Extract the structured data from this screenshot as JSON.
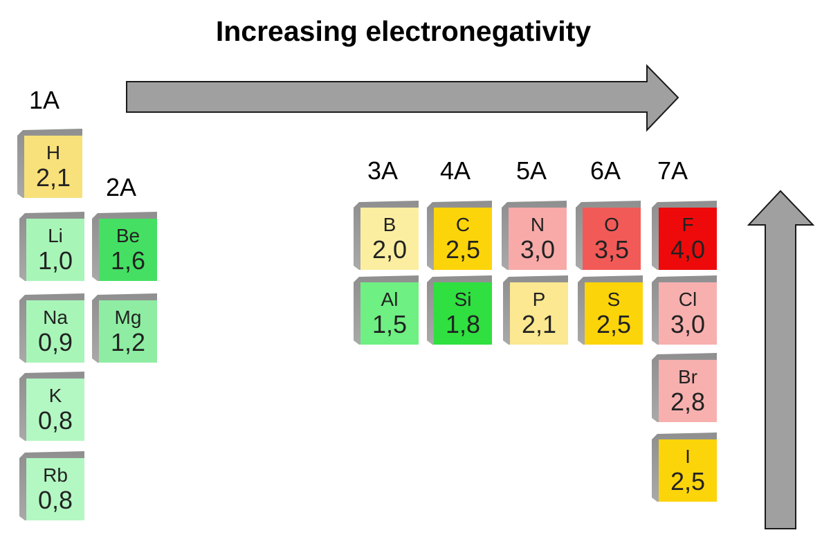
{
  "title": "Increasing electronegativity",
  "groups": [
    "1A",
    "2A",
    "3A",
    "4A",
    "5A",
    "6A",
    "7A"
  ],
  "elements": [
    {
      "symbol": "H",
      "value": "2,1",
      "color": "#f8e07a"
    },
    {
      "symbol": "Li",
      "value": "1,0",
      "color": "#a8f5b8"
    },
    {
      "symbol": "Be",
      "value": "1,6",
      "color": "#45e063"
    },
    {
      "symbol": "Na",
      "value": "0,9",
      "color": "#a8f5b8"
    },
    {
      "symbol": "Mg",
      "value": "1,2",
      "color": "#8eeda2"
    },
    {
      "symbol": "K",
      "value": "0,8",
      "color": "#b3f7c2"
    },
    {
      "symbol": "Rb",
      "value": "0,8",
      "color": "#b3f7c2"
    },
    {
      "symbol": "B",
      "value": "2,0",
      "color": "#fbeea0"
    },
    {
      "symbol": "C",
      "value": "2,5",
      "color": "#fcd40a"
    },
    {
      "symbol": "N",
      "value": "3,0",
      "color": "#f7aaa8"
    },
    {
      "symbol": "O",
      "value": "3,5",
      "color": "#f25a58"
    },
    {
      "symbol": "F",
      "value": "4,0",
      "color": "#ee0a0a"
    },
    {
      "symbol": "Al",
      "value": "1,5",
      "color": "#6ef082"
    },
    {
      "symbol": "Si",
      "value": "1,8",
      "color": "#2fe040"
    },
    {
      "symbol": "P",
      "value": "2,1",
      "color": "#fbe890"
    },
    {
      "symbol": "S",
      "value": "2,5",
      "color": "#fcd40a"
    },
    {
      "symbol": "Cl",
      "value": "3,0",
      "color": "#f7b0ae"
    },
    {
      "symbol": "Br",
      "value": "2,8",
      "color": "#f7b0ae"
    },
    {
      "symbol": "I",
      "value": "2,5",
      "color": "#fcd40a"
    }
  ]
}
